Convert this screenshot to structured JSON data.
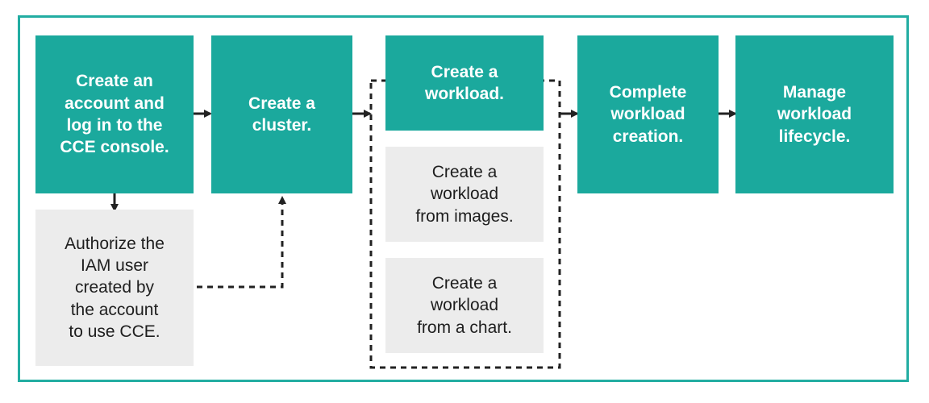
{
  "colors": {
    "teal": "#1ba99d",
    "frame": "#22ada2",
    "grey": "#ececec",
    "arrow": "#222222"
  },
  "steps": {
    "create_account": "Create an\naccount and\nlog in to the\nCCE console.",
    "authorize_iam": "Authorize the\nIAM user\ncreated by\nthe account\nto use CCE.",
    "create_cluster": "Create a\ncluster.",
    "create_workload": "Create a\nworkload.",
    "workload_from_images": "Create a\nworkload\nfrom images.",
    "workload_from_chart": "Create a\nworkload\nfrom a chart.",
    "complete_workload": "Complete\nworkload\ncreation.",
    "manage_lifecycle": "Manage\nworkload\nlifecycle."
  }
}
